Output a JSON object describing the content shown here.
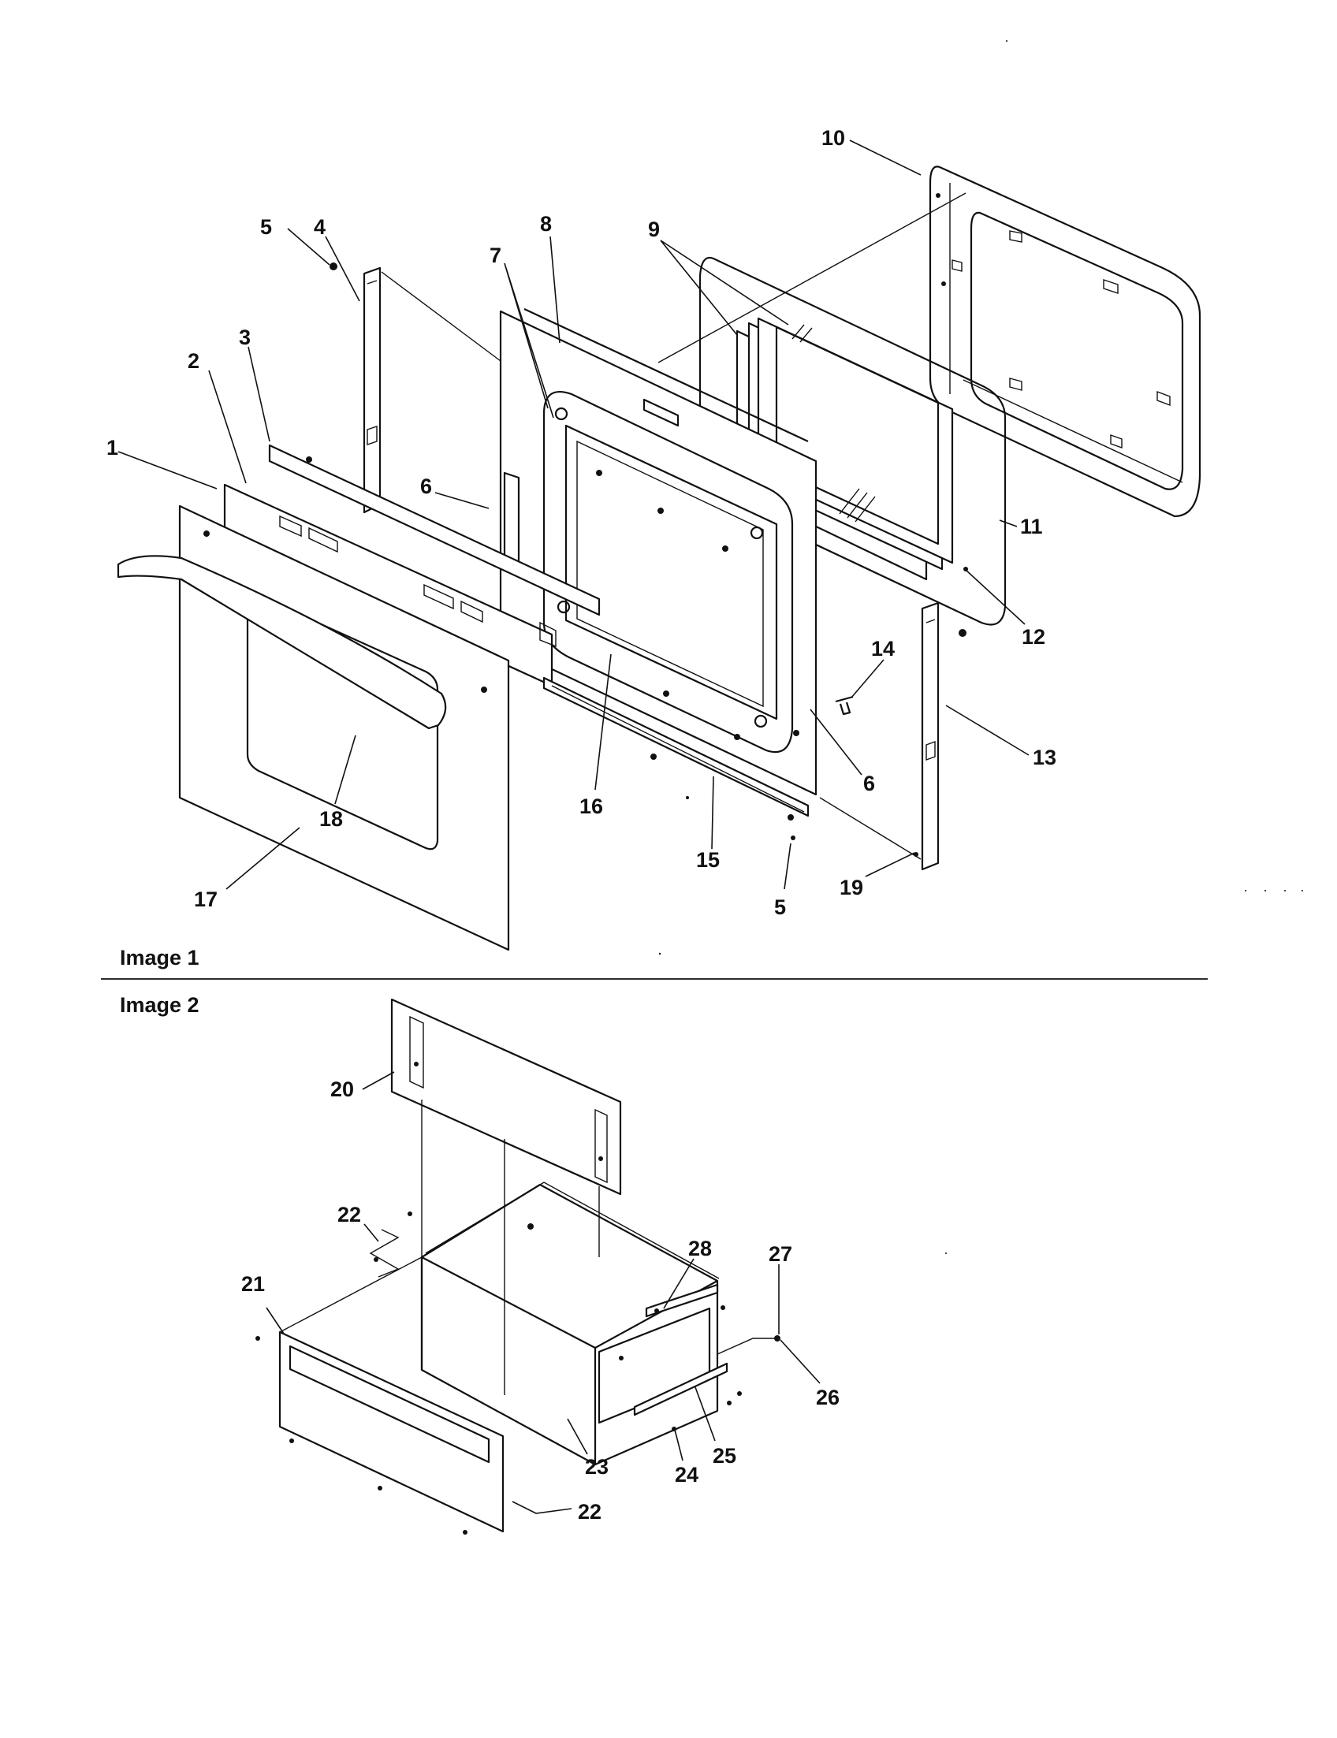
{
  "image1_caption": "Image 1",
  "image2_caption": "Image 2",
  "callouts": {
    "c1": "1",
    "c2": "2",
    "c3": "3",
    "c4": "4",
    "c5a": "5",
    "c5b": "5",
    "c6a": "6",
    "c6b": "6",
    "c7": "7",
    "c8": "8",
    "c9": "9",
    "c10": "10",
    "c11": "11",
    "c12": "12",
    "c13": "13",
    "c14": "14",
    "c15": "15",
    "c16": "16",
    "c17": "17",
    "c18": "18",
    "c19": "19",
    "c20": "20",
    "c21": "21",
    "c22a": "22",
    "c22b": "22",
    "c23": "23",
    "c24": "24",
    "c25": "25",
    "c26": "26",
    "c27": "27",
    "c28": "28"
  }
}
